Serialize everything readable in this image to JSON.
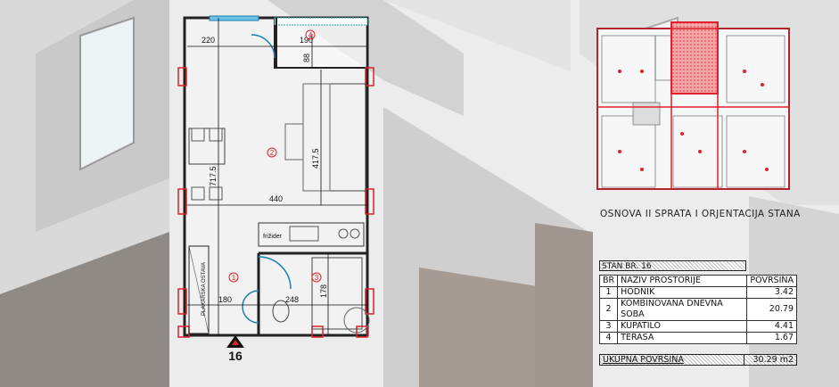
{
  "plan": {
    "dimensions": {
      "top_width": "220",
      "terrace_width": "190",
      "terrace_depth": "88",
      "room_width": "440",
      "room_height": "417.5",
      "total_height": "717.5",
      "hall_width": "180",
      "bath_width": "248",
      "bath_height": "178"
    },
    "room_markers": [
      "1",
      "2",
      "3",
      "4"
    ],
    "fridge_label": "frižider",
    "wardrobe_label": "PLAKARSKA OSTAVA",
    "view_marker": "16"
  },
  "overview": {
    "caption": "OSNOVA II SPRATA I ORJENTACIJA STANA",
    "highlight_color": "#e0202a"
  },
  "table": {
    "title": "STAN BR. 16",
    "headers": [
      "BR",
      "NAZIV PROSTORIJE",
      "POVRŠINA"
    ],
    "rows": [
      {
        "br": "1",
        "name": "HODNIK",
        "area": "3.42"
      },
      {
        "br": "2",
        "name": "KOMBINOVANA DNEVNA SOBA",
        "area": "20.79"
      },
      {
        "br": "3",
        "name": "KUPATILO",
        "area": "4.41"
      },
      {
        "br": "4",
        "name": "TERASA",
        "area": "1.67"
      }
    ],
    "total_label": "UKUPNA POVRŠINA",
    "total_value": "30.29 m2"
  }
}
